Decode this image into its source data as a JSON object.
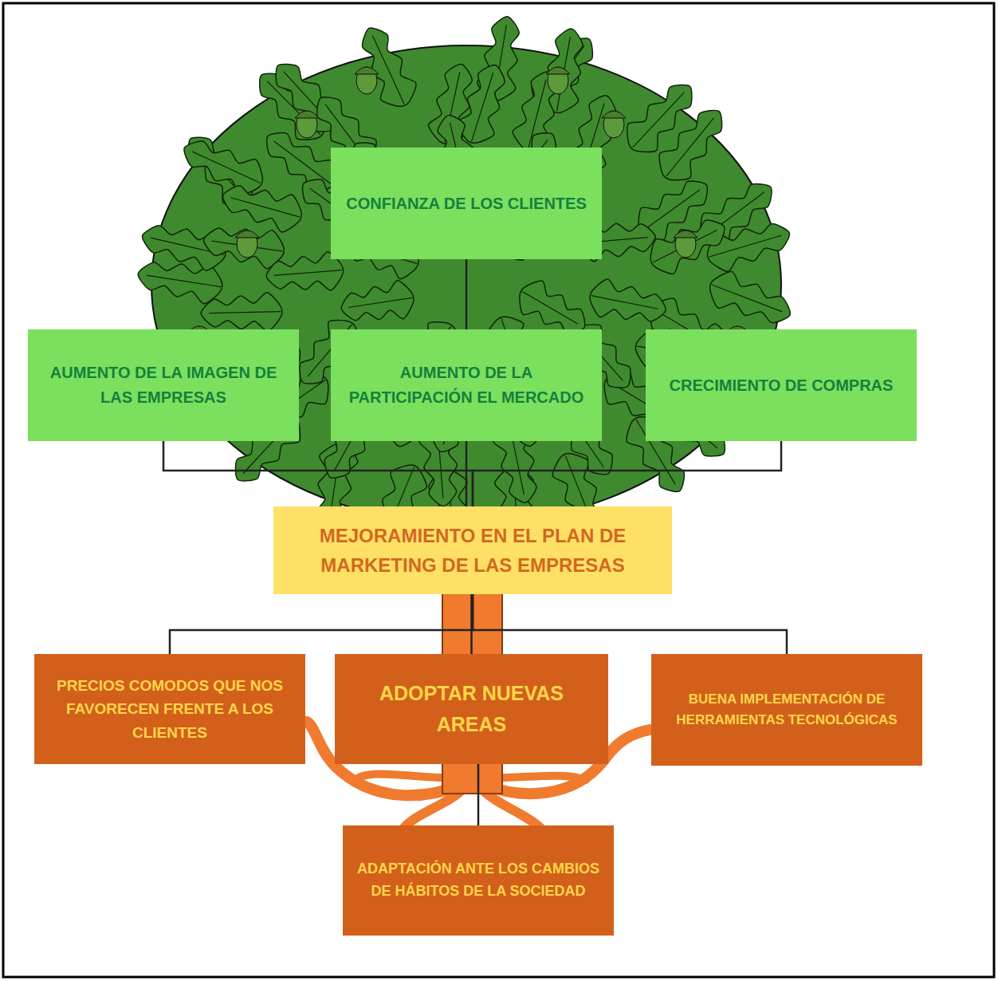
{
  "diagram": {
    "nodes": [
      {
        "text": [
          "CONFIANZA DE LOS CLIENTES"
        ]
      },
      {
        "text": [
          "AUMENTO DE LA IMAGEN DE LAS EMPRESAS"
        ]
      },
      {
        "text": [
          "AUMENTO DE LA PARTICIPACIÓN EL MERCADO"
        ]
      },
      {
        "text": [
          "CRECIMIENTO DE COMPRAS"
        ]
      },
      {
        "text": [
          "MEJORAMIENTO EN EL PLAN DE MARKETING DE LAS EMPRESAS"
        ]
      },
      {
        "text": [
          "PRECIOS COMODOS QUE NOS FAVORECEN FRENTE A LOS CLIENTES"
        ]
      },
      {
        "text": [
          "ADOPTAR NUEVAS AREAS"
        ]
      },
      {
        "text": [
          "BUENA IMPLEMENTACIÓN DE HERRAMIENTAS TECNOLÓGICAS"
        ]
      },
      {
        "text": [
          "ADAPTACIÓN ANTE LOS CAMBIOS DE HÁBITOS DE LA SOCIEDAD"
        ]
      }
    ],
    "edges": [
      {
        "from": 2,
        "to": 0,
        "arrow": "none"
      },
      {
        "from": 4,
        "to": 1,
        "arrow": "none"
      },
      {
        "from": 4,
        "to": 2,
        "arrow": "none"
      },
      {
        "from": 4,
        "to": 3,
        "arrow": "none"
      },
      {
        "from": 4,
        "to": 5,
        "arrow": "none"
      },
      {
        "from": 4,
        "to": 6,
        "arrow": "none"
      },
      {
        "from": 4,
        "to": 7,
        "arrow": "none"
      },
      {
        "from": 6,
        "to": 8,
        "arrow": "none"
      }
    ]
  }
}
